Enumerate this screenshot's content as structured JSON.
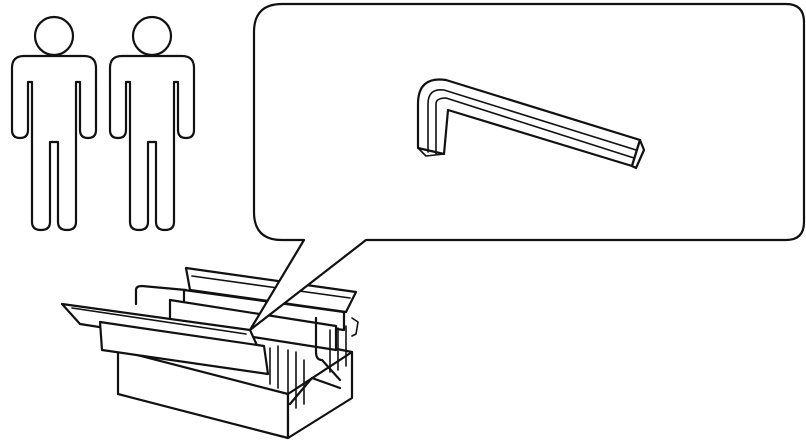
{
  "illustration": {
    "people_count": 2,
    "callout_item": "hex-key",
    "container": "cantilever-toolbox",
    "colors": {
      "stroke": "#111111",
      "fill": "#ffffff"
    }
  }
}
